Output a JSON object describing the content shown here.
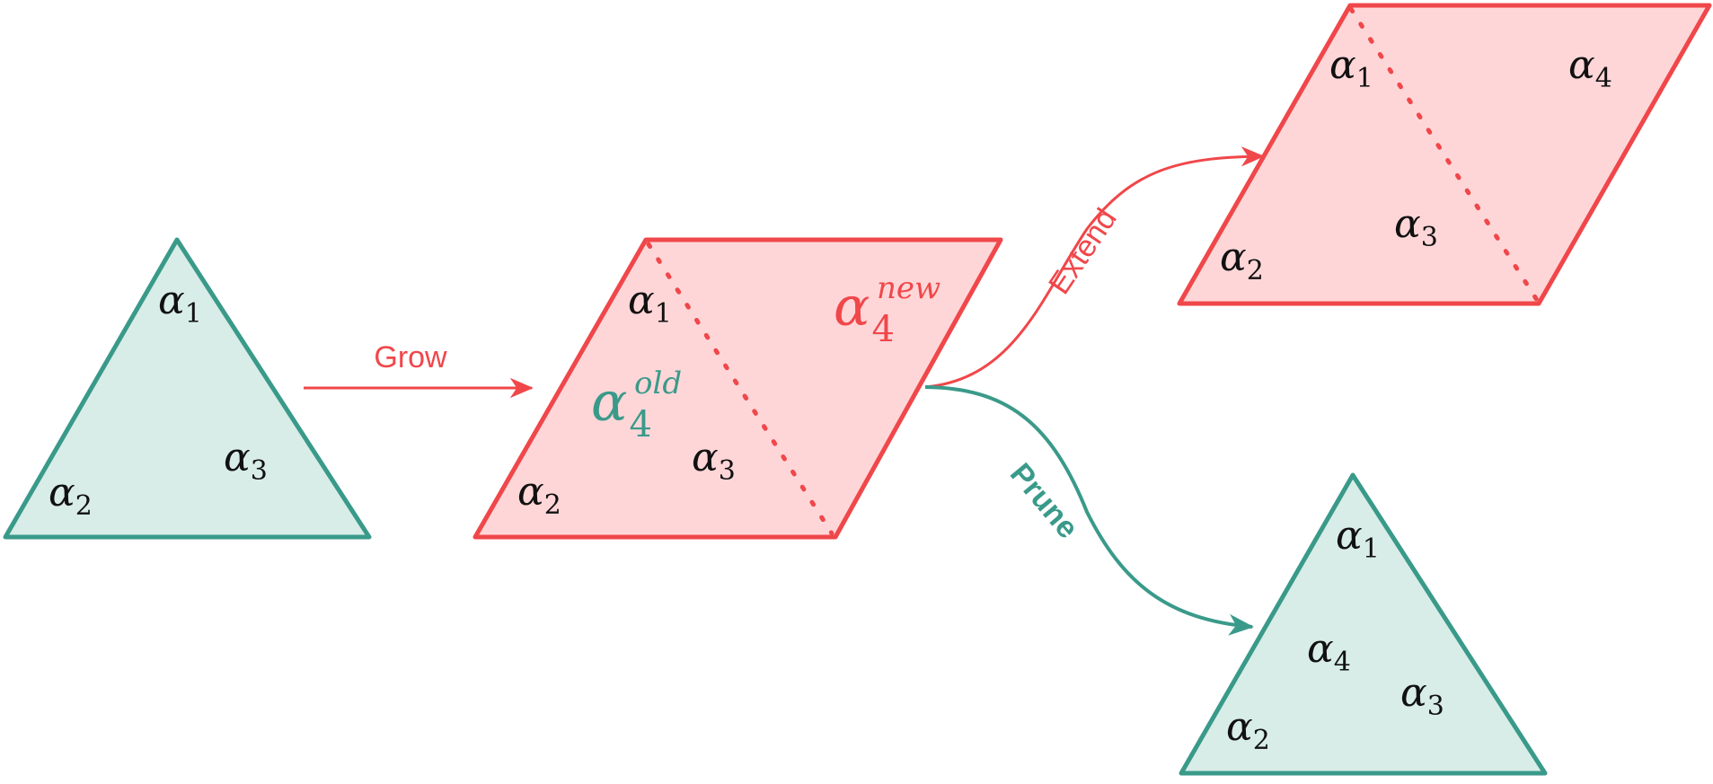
{
  "colors": {
    "teal": "#3a9a8a",
    "teal_fill": "#d8ede7",
    "red": "#f0474a",
    "red_fill": "#ffd6d8"
  },
  "arrows": {
    "grow": "Grow",
    "extend": "Extend",
    "prune": "Prune"
  },
  "labels": {
    "alpha": "α",
    "one": "1",
    "two": "2",
    "three": "3",
    "four": "4",
    "new": "new",
    "old": "old"
  }
}
